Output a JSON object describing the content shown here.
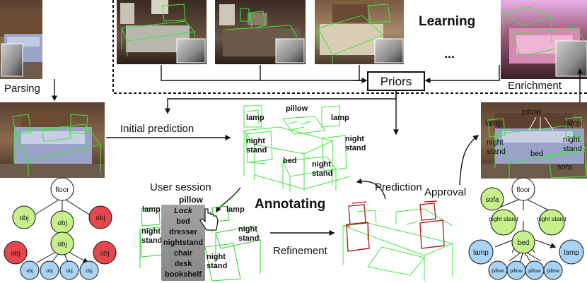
{
  "labels": {
    "learning": "Learning",
    "ellipsis": "...",
    "priors": "Priors",
    "parsing": "Parsing",
    "enrichment": "Enrichment",
    "initial_prediction": "Initial prediction",
    "user_session": "User session",
    "prediction": "Prediction",
    "approval": "Approval",
    "annotating": "Annotating",
    "refinement": "Refinement"
  },
  "center_scene": {
    "lamp_left": "lamp",
    "pillow": "pillow",
    "lamp_right": "lamp",
    "night_left_1": "night",
    "night_left_2": "stand",
    "night_right_1": "night",
    "night_right_2": "stand",
    "bed": "bed",
    "night_bottom_1": "night",
    "night_bottom_2": "stand"
  },
  "annot_scene": {
    "pillow": "pillow",
    "lamp_left": "lamp",
    "lamp_right": "lamp",
    "night_left_1": "night",
    "night_left_2": "stand",
    "night_right_1": "night",
    "night_right_2": "stand",
    "night_bottom_1": "night",
    "night_bottom_2": "stand",
    "menu": [
      "Lock",
      "bed",
      "dresser",
      "nightstand",
      "chair",
      "desk",
      "bookshelf"
    ]
  },
  "right_photo": {
    "pillow": "pillow",
    "lamp_left": "lamp",
    "lamp_right": "lamp",
    "night_left_1": "night",
    "night_left_2": "stand",
    "night_right_1": "night",
    "night_right_2": "stand",
    "bed": "bed",
    "sofa": "sofa"
  },
  "left_graph": {
    "root": "floor",
    "top_nodes": [
      "obj",
      "obj",
      "obj"
    ],
    "mid_node": "obj",
    "outer_nodes": [
      "obj",
      "obj"
    ],
    "leaf_nodes": [
      "obj",
      "obj",
      "obj",
      "obj"
    ]
  },
  "right_graph": {
    "root": "floor",
    "top_nodes": [
      "sofa",
      "night stand",
      "night stand"
    ],
    "mid_node": "bed",
    "outer_nodes": [
      "lamp",
      "lamp"
    ],
    "leaf_nodes": [
      "pillow",
      "pillow",
      "pillow",
      "pillow"
    ]
  },
  "colors": {
    "green_node": "#c6f08a",
    "red_node": "#e6474d",
    "blue_node": "#a9d3f5",
    "white_node": "#ffffff",
    "wireframe": "#3ee63e",
    "refined_box": "#b31212"
  }
}
